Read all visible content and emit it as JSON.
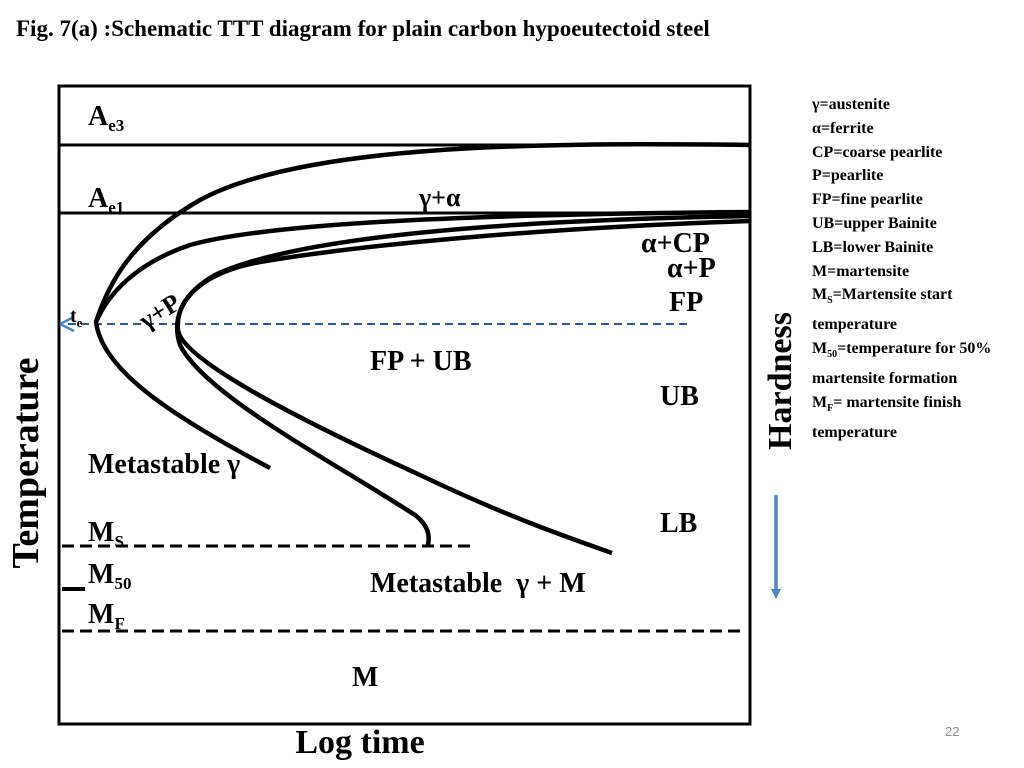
{
  "title": "Fig. 7(a) :Schematic TTT diagram for plain carbon hypoeutectoid steel",
  "labels": {
    "ae3": "A",
    "ae3_sub": "e3",
    "ae1": "A",
    "ae1_sub": "e1",
    "te": "t",
    "te_sub": "e",
    "gamma_alpha": "γ+α",
    "gamma_p": "γ+P",
    "alpha_cp": "α+CP",
    "alpha_p": "α+P",
    "fp": "FP",
    "fp_ub": "FP + UB",
    "ub": "UB",
    "lb": "LB",
    "metastable_gamma": "Metastable γ",
    "ms": "M",
    "ms_sub": "S",
    "m50": "M",
    "m50_sub": "50",
    "mf": "M",
    "mf_sub": "F",
    "metastable_gamma_m": "Metastable  γ + M",
    "m": "M",
    "x_axis": "Log time",
    "y_axis": "Temperature",
    "hardness": "Hardness"
  },
  "legend": [
    {
      "sym": "γ",
      "sub": "",
      "text": "=austenite"
    },
    {
      "sym": "α",
      "sub": "",
      "text": "=ferrite"
    },
    {
      "sym": "CP",
      "sub": "",
      "text": "=coarse pearlite"
    },
    {
      "sym": "P",
      "sub": "",
      "text": "=pearlite"
    },
    {
      "sym": "FP",
      "sub": "",
      "text": "=fine pearlite"
    },
    {
      "sym": "UB",
      "sub": "",
      "text": "=upper Bainite"
    },
    {
      "sym": "LB",
      "sub": "",
      "text": "=lower Bainite"
    },
    {
      "sym": "M",
      "sub": "",
      "text": "=martensite"
    },
    {
      "sym": "M",
      "sub": "S",
      "text": "=Martensite start temperature"
    },
    {
      "sym": "M",
      "sub": "50",
      "text": "=temperature for 50% martensite formation"
    },
    {
      "sym": "M",
      "sub": "F",
      "text": "= martensite finish temperature"
    }
  ],
  "colors": {
    "line": "#000000",
    "te_line": "#2e5a8c",
    "hardness_arrow": "#4f86c6",
    "page_number": "#8c8c8c"
  },
  "page_number": "22"
}
